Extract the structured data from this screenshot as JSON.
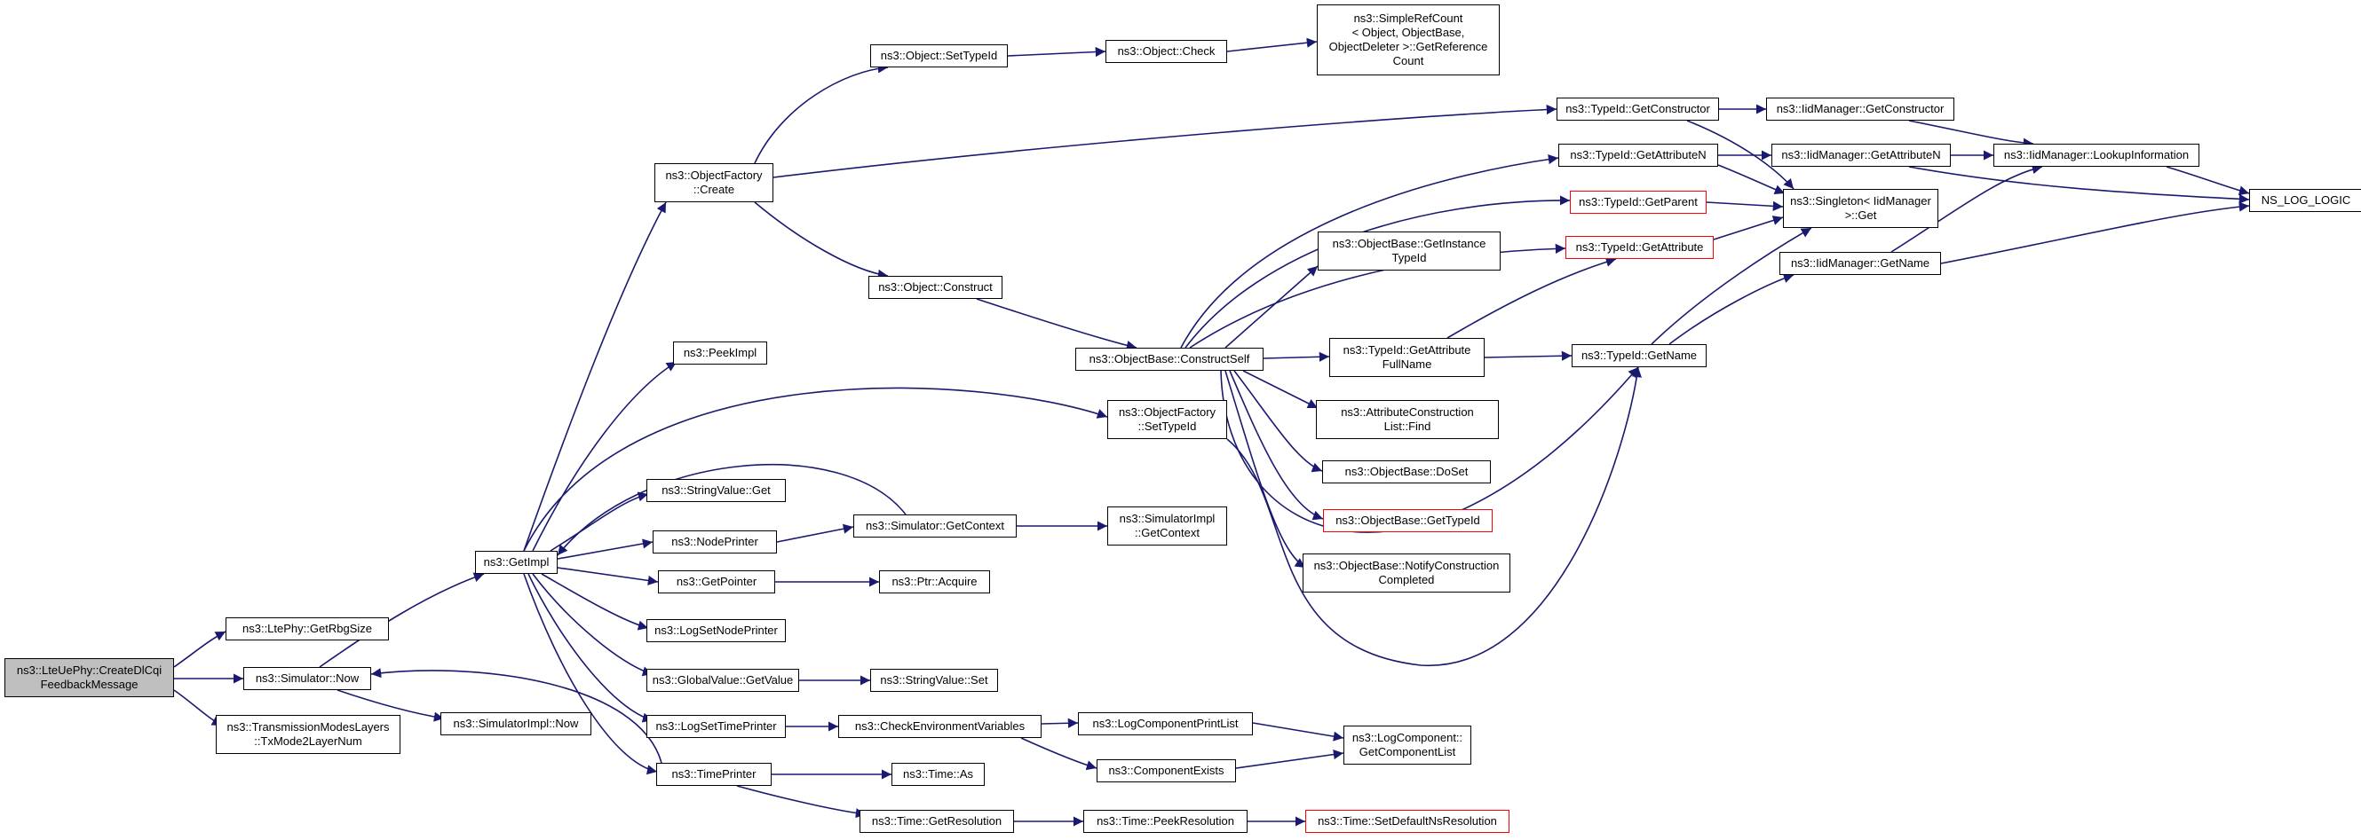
{
  "graph": {
    "edge_color": "#191970",
    "root_fill": "#bfbfbf",
    "truncated_border": "#ff0000",
    "nodes": {
      "createdlcqi": "ns3::LteUePhy::CreateDlCqi\nFeedbackMessage",
      "getrbgsize": "ns3::LtePhy::GetRbgSize",
      "simnow": "ns3::Simulator::Now",
      "txmode": "ns3::TransmissionModesLayers\n::TxMode2LayerNum",
      "getimpl": "ns3::GetImpl",
      "simimplnow": "ns3::SimulatorImpl::Now",
      "ofcreate": "ns3::ObjectFactory\n::Create",
      "peekimpl": "ns3::PeekImpl",
      "strvalget": "ns3::StringValue::Get",
      "nodeprinter": "ns3::NodePrinter",
      "getpointer": "ns3::GetPointer",
      "logsetnodeprinter": "ns3::LogSetNodePrinter",
      "gvgetvalue": "ns3::GlobalValue::GetValue",
      "logsettimeprinter": "ns3::LogSetTimePrinter",
      "timeprinter": "ns3::TimePrinter",
      "objsettypeid": "ns3::Object::SetTypeId",
      "objconstruct": "ns3::Object::Construct",
      "simgetcontext": "ns3::Simulator::GetContext",
      "ptracquire": "ns3::Ptr::Acquire",
      "strvalset": "ns3::StringValue::Set",
      "checkenv": "ns3::CheckEnvironmentVariables",
      "timeas": "ns3::Time::As",
      "getresolution": "ns3::Time::GetResolution",
      "objcheck": "ns3::Object::Check",
      "obconstructself": "ns3::ObjectBase::ConstructSelf",
      "ofsettypeid": "ns3::ObjectFactory\n::SetTypeId",
      "simimplgetcontext": "ns3::SimulatorImpl\n::GetContext",
      "logcompprintlist": "ns3::LogComponentPrintList",
      "compexists": "ns3::ComponentExists",
      "peekresolution": "ns3::Time::PeekResolution",
      "simplerefcount": "ns3::SimpleRefCount\n< Object, ObjectBase,\nObjectDeleter >::GetReference\nCount",
      "obgetinstancetypeid": "ns3::ObjectBase::GetInstance\nTypeId",
      "tigetattrfullname": "ns3::TypeId::GetAttribute\nFullName",
      "attrconstrfind": "ns3::AttributeConstruction\nList::Find",
      "obdoset": "ns3::ObjectBase::DoSet",
      "obgettypeid": "ns3::ObjectBase::GetTypeId",
      "obnotify": "ns3::ObjectBase::NotifyConstruction\nCompleted",
      "logcompgetlist": "ns3::LogComponent::\nGetComponentList",
      "setdefaultnsres": "ns3::Time::SetDefaultNsResolution",
      "tigetconstructor": "ns3::TypeId::GetConstructor",
      "tigetattributen": "ns3::TypeId::GetAttributeN",
      "tigetparent": "ns3::TypeId::GetParent",
      "tigetattribute": "ns3::TypeId::GetAttribute",
      "tigetname": "ns3::TypeId::GetName",
      "iidgetconstructor": "ns3::IidManager::GetConstructor",
      "iidgetattributen": "ns3::IidManager::GetAttributeN",
      "singletonget": "ns3::Singleton< IidManager\n>::Get",
      "iidgetname": "ns3::IidManager::GetName",
      "iidlookup": "ns3::IidManager::LookupInformation",
      "nslog": "NS_LOG_LOGIC"
    }
  }
}
